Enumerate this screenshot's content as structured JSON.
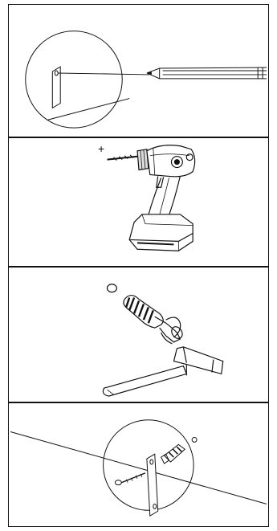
{
  "steps": [
    {
      "id": "mark",
      "icons": [
        "pencil-icon",
        "wall-bracket-icon",
        "magnifier-circle-icon"
      ]
    },
    {
      "id": "drill",
      "icons": [
        "cordless-drill-icon"
      ],
      "drill_symbol": "+"
    },
    {
      "id": "insert",
      "icons": [
        "wall-plug-icon",
        "hammer-icon"
      ]
    },
    {
      "id": "fix",
      "icons": [
        "screw-icon",
        "wall-plug-icon",
        "bracket-plate-icon",
        "magnifier-circle-icon"
      ]
    }
  ],
  "colors": {
    "ink": "#111111",
    "paper": "#ffffff",
    "shade": "#333333"
  }
}
